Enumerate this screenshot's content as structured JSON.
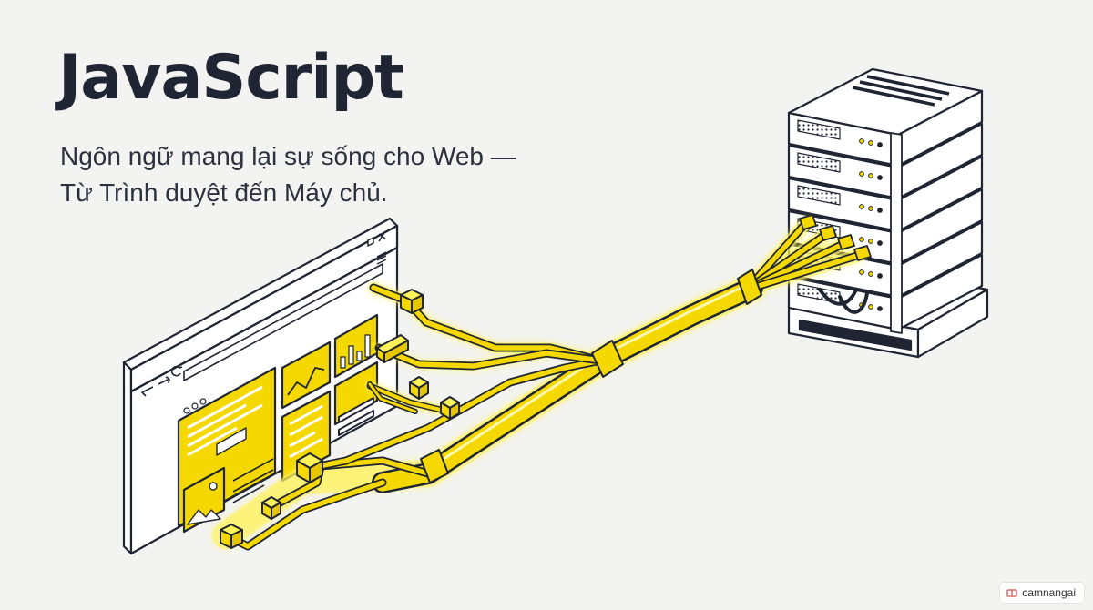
{
  "heading": {
    "title": "JavaScript",
    "subtitle_line1": "Ngôn ngữ mang lại sự sống cho Web —",
    "subtitle_line2": "Từ Trình duyệt đến Máy chủ."
  },
  "watermark": {
    "text": "camnangai",
    "icon": "box-icon"
  },
  "colors": {
    "background": "#f3f3f1",
    "ink": "#1f2533",
    "accent_yellow": "#f5d800",
    "glow": "#fff35a",
    "white": "#ffffff"
  },
  "icons": [
    "back-arrow-icon",
    "forward-arrow-icon",
    "reload-icon",
    "minimize-icon",
    "maximize-icon",
    "close-icon",
    "menu-icon",
    "window-dots-icon",
    "line-chart-icon",
    "bar-chart-icon",
    "image-icon",
    "server-rack-icon"
  ]
}
